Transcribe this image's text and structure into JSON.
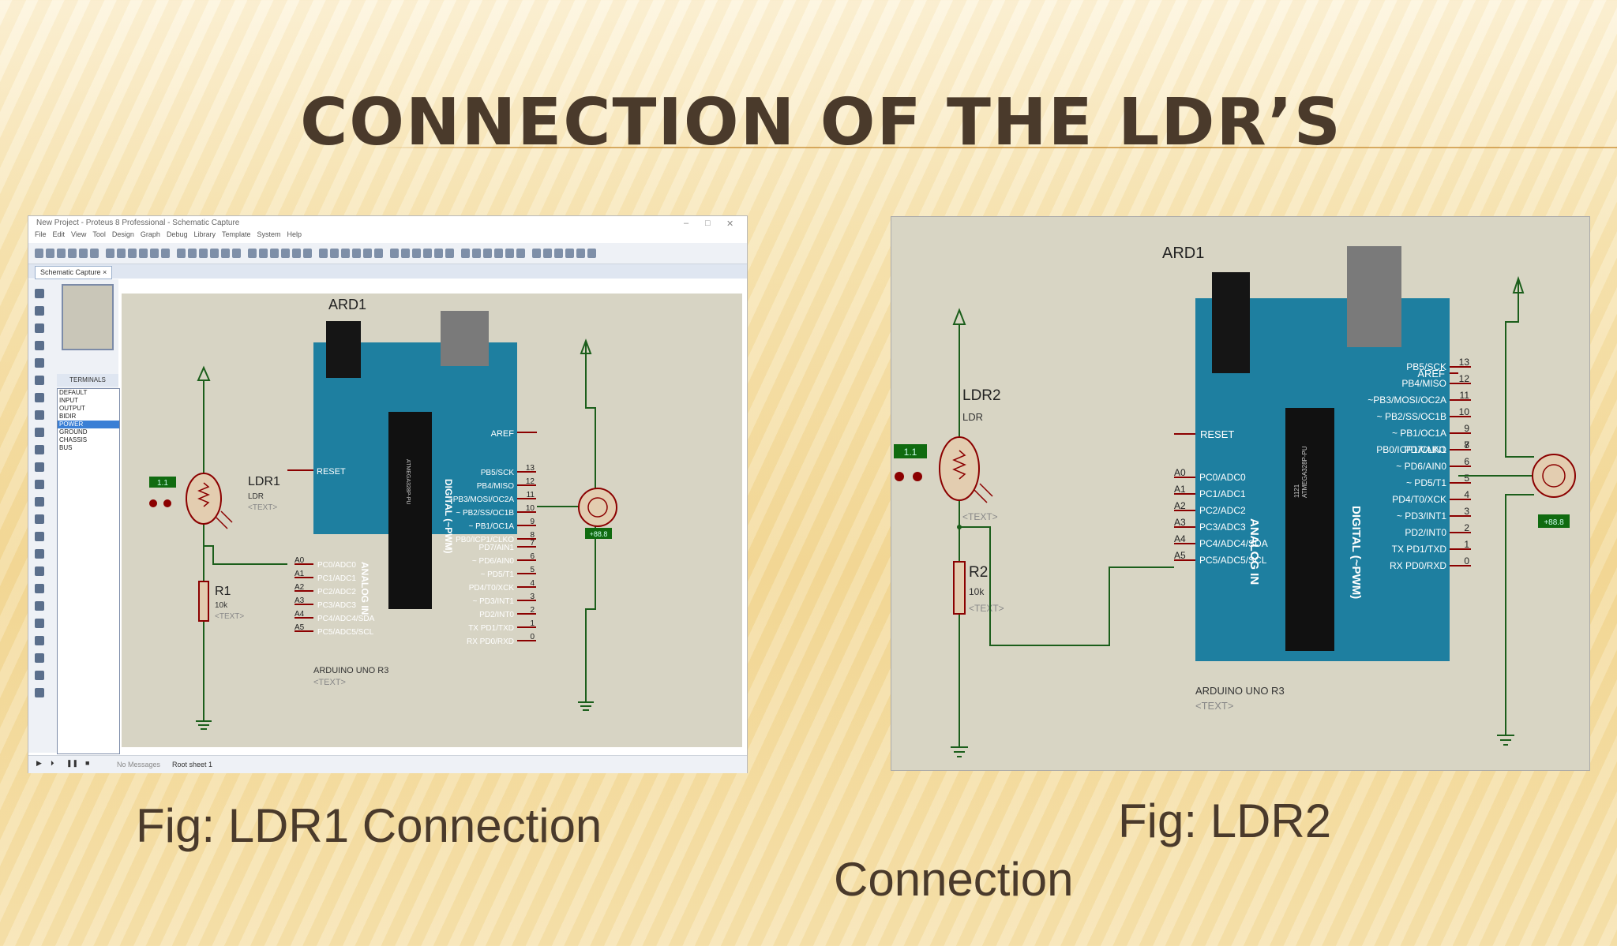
{
  "slide": {
    "title": "CONNECTION OF THE LDR’S",
    "caption_left": "Fig: LDR1 Connection",
    "caption_right_line1": "Fig: LDR2",
    "caption_right_line2": "Connection"
  },
  "left_screenshot": {
    "window_title": "New Project - Proteus 8 Professional - Schematic Capture",
    "menu": [
      "File",
      "Edit",
      "View",
      "Tool",
      "Design",
      "Graph",
      "Debug",
      "Library",
      "Template",
      "System",
      "Help"
    ],
    "tab_label": "Schematic Capture",
    "terminals_header": "TERMINALS",
    "terminals": [
      "DEFAULT",
      "INPUT",
      "OUTPUT",
      "BIDIR",
      "POWER",
      "GROUND",
      "CHASSIS",
      "BUS"
    ],
    "terminals_selected": "POWER",
    "status_messages": "No Messages",
    "status_sheet": "Root sheet 1",
    "schematic": {
      "board_label": "ARD1",
      "board_name": "ARDUINO UNO R3",
      "text_placeholder": "<TEXT>",
      "ldr_label": "LDR1",
      "ldr_type": "LDR",
      "ldr_reading": "1.1",
      "res_label": "R1",
      "res_value": "10k",
      "motor_reading": "+88.8"
    }
  },
  "right_screenshot": {
    "schematic": {
      "board_label": "ARD1",
      "board_name": "ARDUINO UNO R3",
      "text_placeholder": "<TEXT>",
      "ldr_label": "LDR2",
      "ldr_type": "LDR",
      "ldr_reading": "1.1",
      "res_label": "R2",
      "res_value": "10k",
      "motor_reading": "+88.8"
    }
  },
  "arduino": {
    "analog_header": "ANALOG IN",
    "digital_header": "DIGITAL (~PWM)",
    "chip_label": "ATMEGA328P-PU",
    "chip_code": "1121",
    "aref": "AREF",
    "reset": "RESET",
    "analog_pins": [
      "A0",
      "A1",
      "A2",
      "A3",
      "A4",
      "A5"
    ],
    "analog_names": [
      "PC0/ADC0",
      "PC1/ADC1",
      "PC2/ADC2",
      "PC3/ADC3",
      "PC4/ADC4/SDA",
      "PC5/ADC5/SCL"
    ],
    "digital_top_names": [
      "PB5/SCK",
      "PB4/MISO",
      "~PB3/MOSI/OC2A",
      "~ PB2/SS/OC1B",
      "~ PB1/OC1A",
      "PB0/ICP1/CLKO"
    ],
    "digital_top_nums": [
      "13",
      "12",
      "11",
      "10",
      "9",
      "8"
    ],
    "digital_bot_names": [
      "PD7/AIN1",
      "~ PD6/AIN0",
      "~ PD5/T1",
      "PD4/T0/XCK",
      "~ PD3/INT1",
      "PD2/INT0",
      "TX PD1/TXD",
      "RX PD0/RXD"
    ],
    "digital_bot_nums": [
      "7",
      "6",
      "5",
      "4",
      "3",
      "2",
      "1",
      "0"
    ]
  },
  "colors": {
    "board": "#1e7fa0",
    "wire": "#1b5e1b",
    "pin": "#8b0000",
    "meter": "#106b10",
    "title": "#4a3a2b"
  }
}
